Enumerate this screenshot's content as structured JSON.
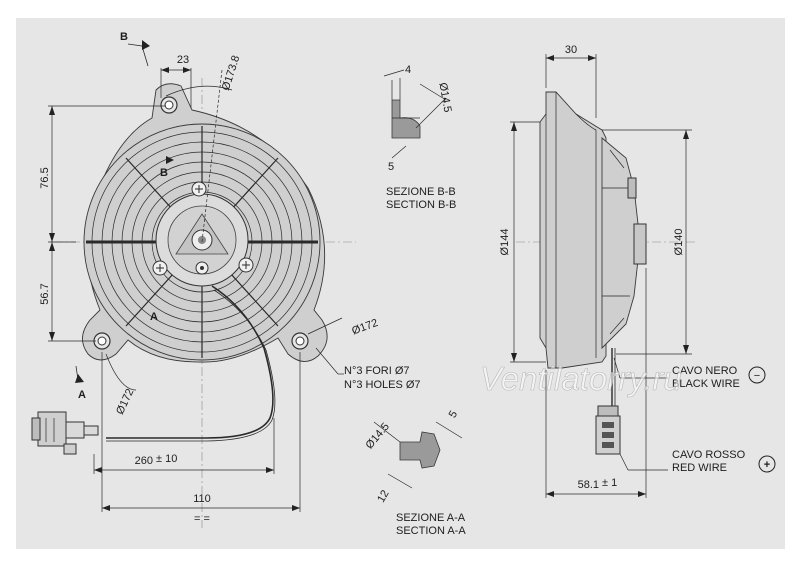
{
  "front_view": {
    "dims": {
      "height_top": "76.5",
      "height_bottom": "56.7",
      "tab_width": "23",
      "bolt_circle_top": "Ø173.8",
      "bolt_circle_right": "Ø172",
      "bolt_circle_left": "Ø172",
      "wire_length": "260",
      "wire_length_tol": "± 10",
      "hole_spacing": "110",
      "equal_mark": "= ="
    },
    "section_markers": {
      "b_top": "B",
      "b_inner": "B",
      "a_inner": "A",
      "a_bottom": "A"
    },
    "holes_note_it": "N°3 FORI Ø7",
    "holes_note_en": "N°3 HOLES Ø7"
  },
  "section_bb": {
    "dims": {
      "width": "4",
      "diameter": "Ø14.5",
      "height": "5"
    },
    "title_it": "SEZIONE B-B",
    "title_en": "SECTION B-B"
  },
  "section_aa": {
    "dims": {
      "diameter": "Ø14.5",
      "width": "5",
      "height": "12"
    },
    "title_it": "SEZIONE A-A",
    "title_en": "SECTION A-A"
  },
  "side_view": {
    "dims": {
      "top_width": "30",
      "diameter_outer": "Ø144",
      "diameter_inner": "Ø140",
      "depth": "58.1",
      "depth_tol": "± 1"
    },
    "wires": {
      "black_it": "CAVO NERO",
      "black_en": "BLACK WIRE",
      "black_sign": "−",
      "red_it": "CAVO ROSSO",
      "red_en": "RED WIRE",
      "red_sign": "+"
    }
  },
  "watermark": "Ventilatorry.ru"
}
